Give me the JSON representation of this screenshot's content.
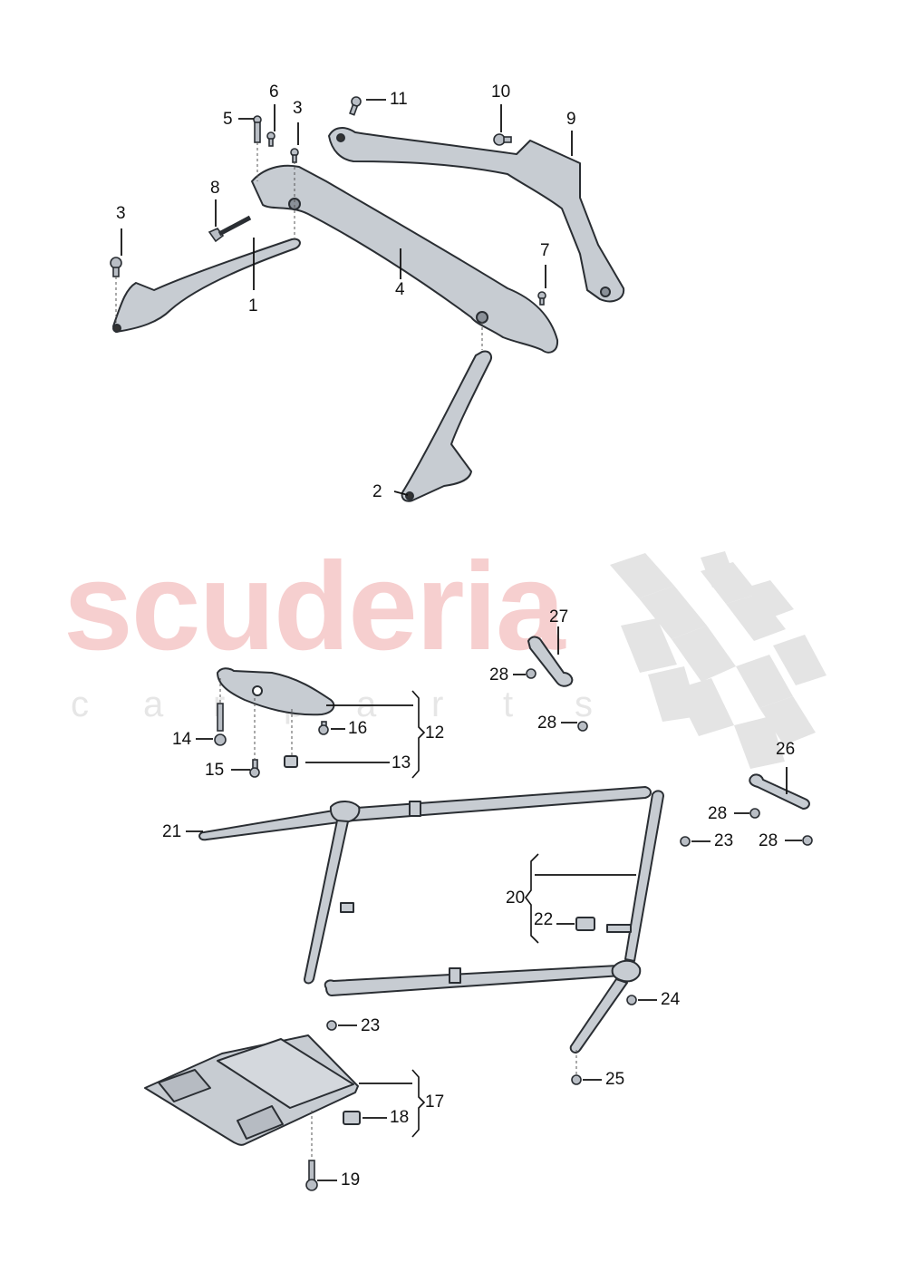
{
  "diagram": {
    "type": "exploded parts diagram",
    "watermark": {
      "brand": "scuderia",
      "subtitle_letters": [
        "c",
        "a",
        "r",
        "p",
        "a",
        "r",
        "t",
        "s"
      ],
      "brand_color": "#f6caca",
      "subtitle_color": "#e6e6e6",
      "flag_color": "#e3e3e3"
    },
    "colors": {
      "part_fill": "#c7ccd2",
      "part_stroke": "#2a2e33",
      "leader": "#111111",
      "text": "#111111"
    },
    "callouts": {
      "c1": "1",
      "c2": "2",
      "c3a": "3",
      "c3b": "3",
      "c4": "4",
      "c5": "5",
      "c6": "6",
      "c7": "7",
      "c8": "8",
      "c9": "9",
      "c10": "10",
      "c11": "11",
      "c12": "12",
      "c13": "13",
      "c14": "14",
      "c15": "15",
      "c16": "16",
      "c17": "17",
      "c18": "18",
      "c19": "19",
      "c20": "20",
      "c21": "21",
      "c22": "22",
      "c23a": "23",
      "c23b": "23",
      "c24": "24",
      "c25": "25",
      "c26": "26",
      "c27": "27",
      "c28a": "28",
      "c28b": "28",
      "c28c": "28",
      "c28d": "28"
    },
    "groups": [
      {
        "label": "12",
        "members": [
          "13",
          "14",
          "15",
          "16"
        ]
      },
      {
        "label": "17",
        "members": [
          "18"
        ]
      },
      {
        "label": "20",
        "members": [
          "22"
        ]
      }
    ]
  }
}
